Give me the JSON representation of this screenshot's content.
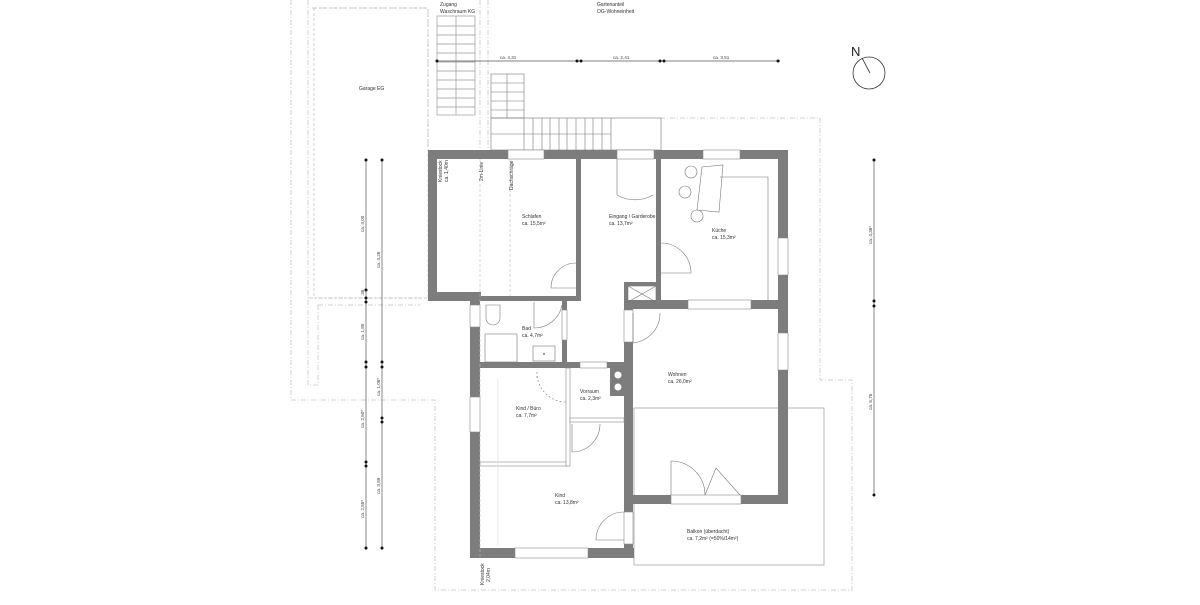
{
  "plan": {
    "north_label": "N",
    "annotations": {
      "access_line1": "Zugang",
      "access_line2": "Waschraum KG",
      "garden_line1": "Gartenanteil",
      "garden_line2": "OG-Wohneinheit",
      "garage": "Garage EG",
      "kniestock_top_1": "Kniestock",
      "kniestock_top_2": "ca. 1,40m",
      "line_2m": "2m-Linie",
      "roof_slope": "Dachschräge",
      "kniestock_bottom_1": "Kniestock",
      "kniestock_bottom_2": "2,04m"
    },
    "rooms": [
      {
        "name": "Schlafen",
        "area": "ca. 15,5m²"
      },
      {
        "name": "Eingang / Garderobe",
        "area": "ca. 13,7m²"
      },
      {
        "name": "Küche",
        "area": "ca. 15,3m²"
      },
      {
        "name": "Bad",
        "area": "ca. 4,7m²"
      },
      {
        "name": "Vorraum",
        "area": "ca. 2,3m²"
      },
      {
        "name": "Wohnen",
        "area": "ca. 26,0m²"
      },
      {
        "name": "Kind / Büro",
        "area": "ca. 7,7m²"
      },
      {
        "name": "Kind",
        "area": "ca. 13,8m²"
      },
      {
        "name": "Balkon (überdacht)",
        "area": "ca. 7,2m² (=50%/14m²)"
      }
    ],
    "dimensions": {
      "top": [
        "ca. 4,31",
        "ca. 2,41",
        "ca. 3,51"
      ],
      "left_outer": [
        "ca. 4,00",
        "ca. 1,85",
        "ca. 2,50⁵",
        "ca. 2,55⁵"
      ],
      "left_inner": [
        "ca. 4,26",
        "ca. 1,06⁵",
        "ca. 3,89"
      ],
      "left_small": ".36",
      "right": [
        "ca. 4,36⁵",
        "ca. 5,76"
      ]
    }
  }
}
